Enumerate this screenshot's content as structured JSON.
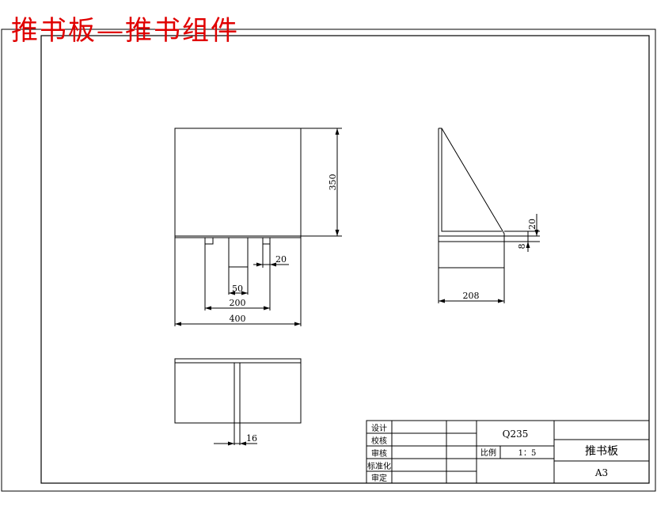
{
  "sheet_title": "推书板—推书组件",
  "front_view": {
    "dims": {
      "height": "350",
      "width": "400",
      "slot": "50",
      "inner": "200",
      "tab": "20"
    }
  },
  "side_view": {
    "dims": {
      "width": "208",
      "thickness_1": "20",
      "thickness_2": "8"
    }
  },
  "bottom_view": {
    "dims": {
      "rib": "16"
    }
  },
  "title_block": {
    "row_labels": [
      "设计",
      "校核",
      "审核",
      "标准化",
      "审定"
    ],
    "material": "Q235",
    "scale_label": "比例",
    "scale_value": "1：5",
    "part_name": "推书板",
    "sheet_size": "A3"
  }
}
